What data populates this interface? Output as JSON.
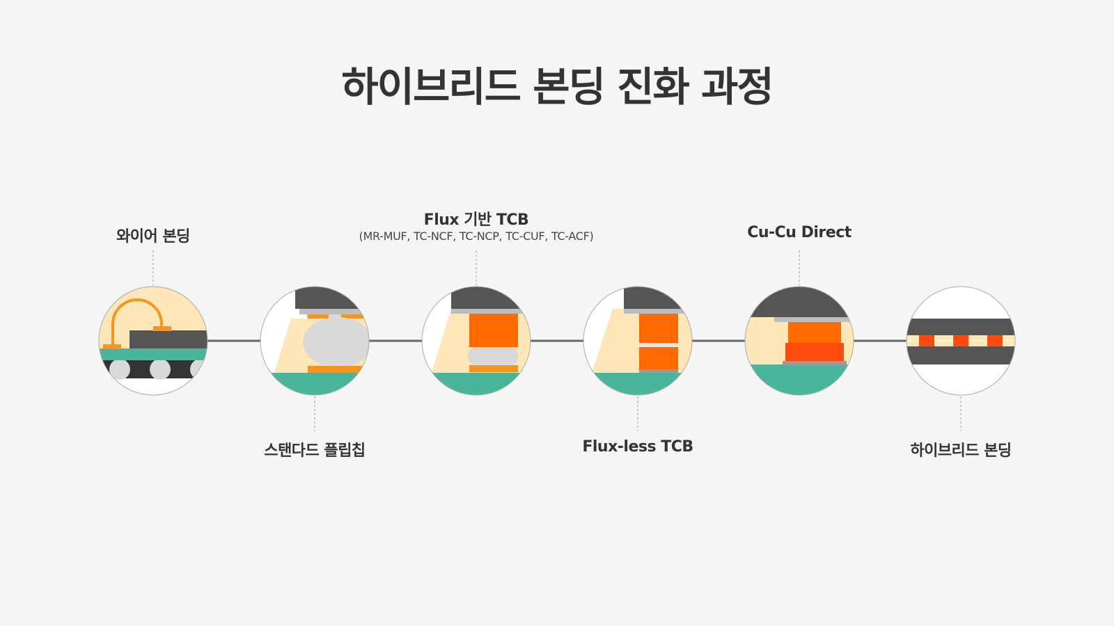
{
  "title": "하이브리드 본딩 진화 과정",
  "stages": [
    {
      "label": "와이어 본딩"
    },
    {
      "label": "스탠다드 플립칩"
    },
    {
      "label": "Flux 기반 TCB",
      "sublabel": "(MR-MUF, TC-NCF, TC-NCP, TC-CUF, TC-ACF)"
    },
    {
      "label": "Flux-less TCB"
    },
    {
      "label": "Cu-Cu Direct"
    },
    {
      "label": "하이브리드 본딩"
    }
  ],
  "colors": {
    "background": "#f5f5f5",
    "chip": "#555555",
    "substrate": "#4ab59b",
    "underfill": "#fde6b8",
    "copper": "#ff6a00",
    "pad": "#f7941d",
    "solder": "#d9d9d9",
    "timeline": "#666666"
  }
}
